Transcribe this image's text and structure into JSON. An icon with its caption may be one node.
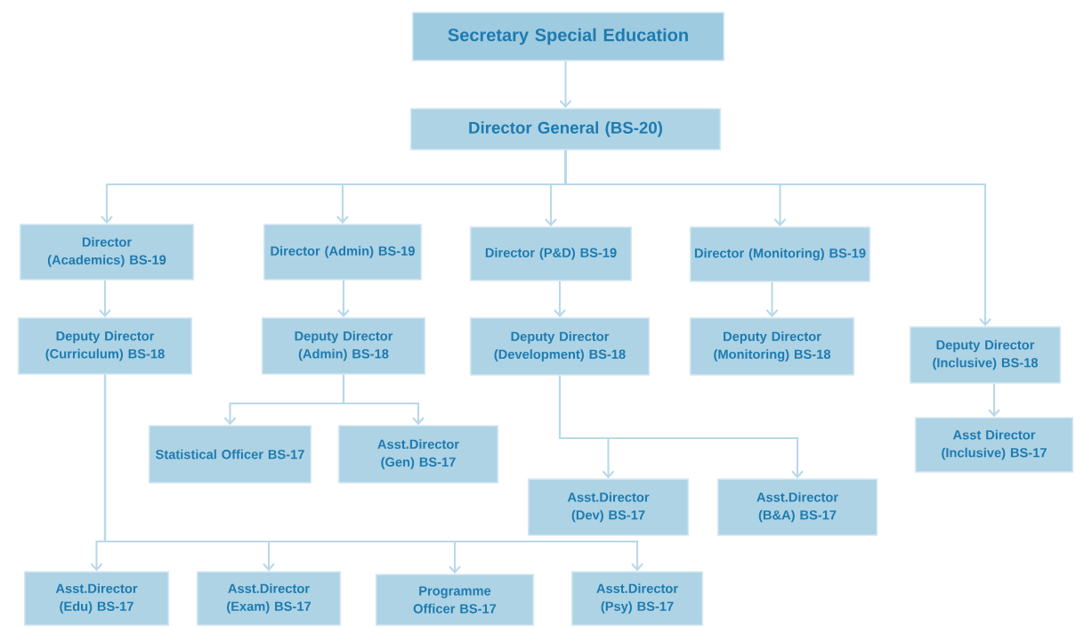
{
  "diagram": {
    "nodes": [
      {
        "text": [
          "Secretary Special Education"
        ]
      },
      {
        "text": [
          "Director General (BS-20)"
        ]
      },
      {
        "text": [
          "Director (Academics) BS-19"
        ]
      },
      {
        "text": [
          "Director (Admin) BS-19"
        ]
      },
      {
        "text": [
          "Director (P&D) BS-19"
        ]
      },
      {
        "text": [
          "Director (Monitoring) BS-19"
        ]
      },
      {
        "text": [
          "Deputy Director (Curriculum) BS-18"
        ]
      },
      {
        "text": [
          "Deputy Director (Admin) BS-18"
        ]
      },
      {
        "text": [
          "Deputy Director (Development) BS-18"
        ]
      },
      {
        "text": [
          "Deputy Director (Monitoring) BS-18"
        ]
      },
      {
        "text": [
          "Deputy Director (Inclusive) BS-18"
        ]
      },
      {
        "text": [
          "Statistical Officer BS-17"
        ]
      },
      {
        "text": [
          "Asst.Director (Gen) BS-17"
        ]
      },
      {
        "text": [
          "Asst Director (Inclusive) BS-17"
        ]
      },
      {
        "text": [
          "Asst.Director (Dev) BS-17"
        ]
      },
      {
        "text": [
          "Asst.Director (B&A) BS-17"
        ]
      },
      {
        "text": [
          "Asst.Director (Edu) BS-17"
        ]
      },
      {
        "text": [
          "Asst.Director (Exam) BS-17"
        ]
      },
      {
        "text": [
          "Programme Officer BS-17"
        ]
      },
      {
        "text": [
          "Asst.Director (Psy) BS-17"
        ]
      }
    ],
    "edges": [
      {
        "from": 0,
        "to": 1,
        "arrow": "to"
      },
      {
        "from": 1,
        "to": 2,
        "arrow": "to"
      },
      {
        "from": 1,
        "to": 3,
        "arrow": "to"
      },
      {
        "from": 1,
        "to": 4,
        "arrow": "to"
      },
      {
        "from": 1,
        "to": 5,
        "arrow": "to"
      },
      {
        "from": 1,
        "to": 10,
        "arrow": "to"
      },
      {
        "from": 2,
        "to": 6,
        "arrow": "to"
      },
      {
        "from": 3,
        "to": 7,
        "arrow": "to"
      },
      {
        "from": 4,
        "to": 8,
        "arrow": "to"
      },
      {
        "from": 5,
        "to": 9,
        "arrow": "to"
      },
      {
        "from": 10,
        "to": 13,
        "arrow": "to"
      },
      {
        "from": 7,
        "to": 11,
        "arrow": "to"
      },
      {
        "from": 7,
        "to": 12,
        "arrow": "to"
      },
      {
        "from": 8,
        "to": 14,
        "arrow": "to"
      },
      {
        "from": 8,
        "to": 15,
        "arrow": "to"
      },
      {
        "from": 6,
        "to": 16,
        "arrow": "to"
      },
      {
        "from": 6,
        "to": 17,
        "arrow": "to"
      },
      {
        "from": 6,
        "to": 18,
        "arrow": "to"
      },
      {
        "from": 6,
        "to": 19,
        "arrow": "to"
      }
    ]
  }
}
